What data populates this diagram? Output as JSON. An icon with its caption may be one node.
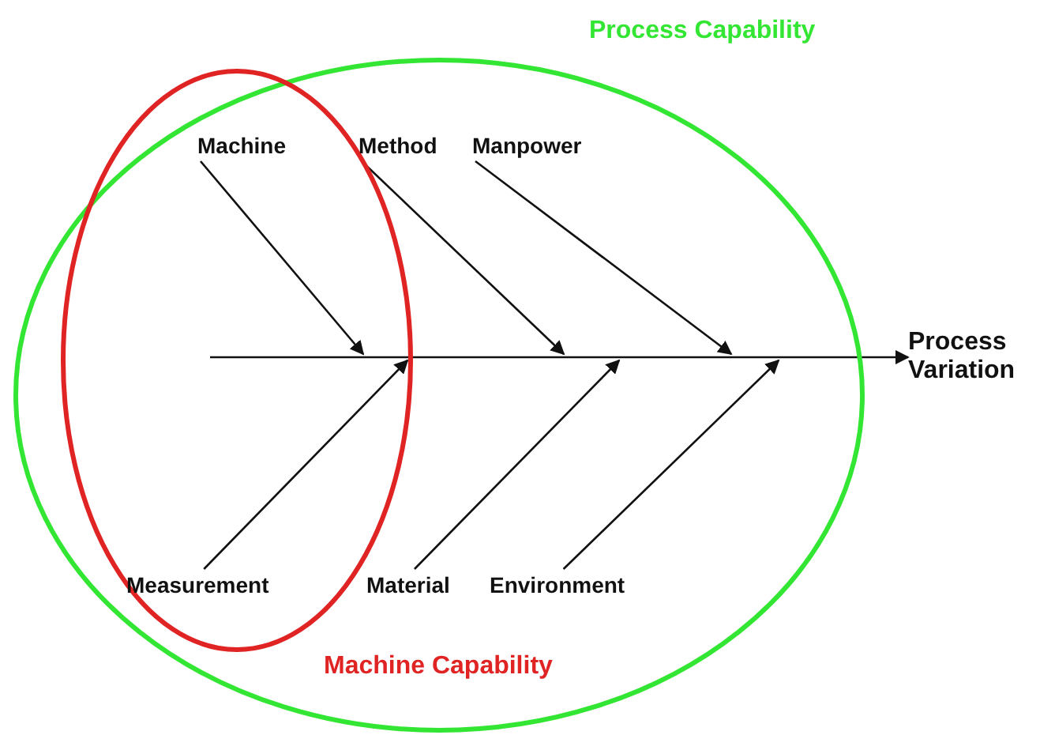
{
  "diagram": {
    "nodes": [
      {
        "text": [
          "Process Capability"
        ]
      },
      {
        "text": [
          "Machine Capability"
        ],
        "in": 0
      },
      {
        "text": [
          "Machine"
        ],
        "in": 1
      },
      {
        "text": [
          "Method"
        ],
        "in": 0
      },
      {
        "text": [
          "Manpower"
        ],
        "in": 0
      },
      {
        "text": [
          "Process Variation"
        ]
      },
      {
        "text": [
          "Measurement"
        ],
        "in": 1
      },
      {
        "text": [
          "Material"
        ],
        "in": 0
      },
      {
        "text": [
          "Environment"
        ],
        "in": 0
      }
    ],
    "edges": [
      {
        "from": 2,
        "to": null,
        "arrow": "to"
      },
      {
        "from": 3,
        "to": null,
        "arrow": "to"
      },
      {
        "from": 4,
        "to": null,
        "arrow": "to"
      },
      {
        "from": null,
        "to": 5,
        "arrow": "to"
      },
      {
        "from": 6,
        "to": null,
        "arrow": "to"
      },
      {
        "from": 7,
        "to": null,
        "arrow": "to"
      },
      {
        "from": 8,
        "to": null,
        "arrow": "to"
      }
    ]
  }
}
